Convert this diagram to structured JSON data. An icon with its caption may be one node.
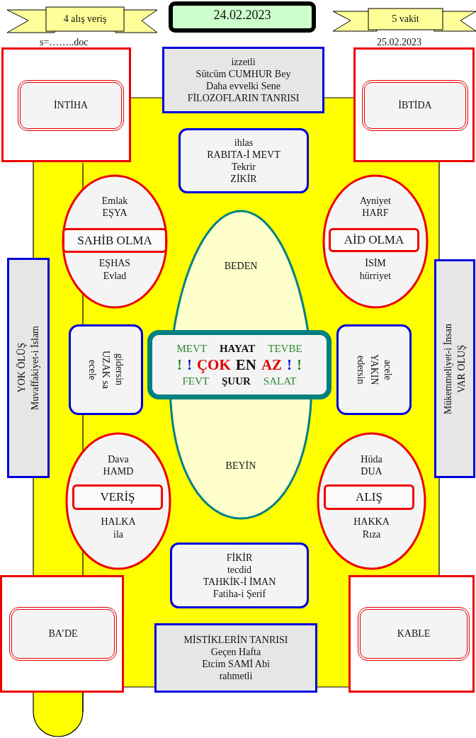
{
  "diagram": {
    "nodes": [
      {
        "text": [
          "4 alış veriş"
        ]
      },
      {
        "text": [
          "24.02.2023"
        ]
      },
      {
        "text": [
          "5 vakit"
        ]
      },
      {
        "text": [],
        "shape": "box"
      },
      {
        "text": [
          "İNTİHA"
        ],
        "in": 3
      },
      {
        "text": [
          "izzetli",
          "Sütcüm CUMHUR Bey",
          "Daha evvelki Sene",
          "FİLOZOFLARIN TANRISI"
        ]
      },
      {
        "text": [],
        "shape": "box"
      },
      {
        "text": [
          "İBTİDA"
        ],
        "in": 6
      },
      {
        "text": [
          "ihlas",
          "RABITA-İ MEVT",
          "Tekrir",
          "ZİKİR"
        ]
      },
      {
        "text": [
          "Emlak",
          "EŞYA",
          "EŞHAS",
          "Evlad"
        ]
      },
      {
        "text": [
          "SAHİB OLMA"
        ],
        "in": 9
      },
      {
        "text": [
          "Ayniyet",
          "HARF",
          "İSİM",
          "hürriyet"
        ]
      },
      {
        "text": [
          "AİD OLMA"
        ],
        "in": 11
      },
      {
        "text": [
          "BEDEN",
          "BEYİN"
        ]
      },
      {
        "text": [
          "YOK ÖLÜŞ",
          "Muvaffakiyet-i İslam"
        ]
      },
      {
        "text": [
          "ecele",
          "UZAK sa",
          "gidersin"
        ]
      },
      {
        "text": [
          "MEVT",
          "HAYAT",
          "TEVBE",
          "!",
          "!",
          "ÇOK",
          "EN",
          "AZ",
          "!",
          "!",
          "FEVT",
          "ŞUUR",
          "SALAT"
        ]
      },
      {
        "text": [
          "edersin",
          "YAKIN",
          "acele"
        ]
      },
      {
        "text": [
          "Mükemmeliyet-i İnsan",
          "VAR OLUŞ"
        ]
      },
      {
        "text": [
          "Dava",
          "HAMD",
          "HALKA",
          "ila"
        ]
      },
      {
        "text": [
          "VERİŞ"
        ],
        "in": 19
      },
      {
        "text": [
          "Hüda",
          "DUA",
          "HAKKA",
          "Rıza"
        ]
      },
      {
        "text": [
          "ALIŞ"
        ],
        "in": 21
      },
      {
        "text": [
          "FİKİR",
          "tecdid",
          "TAHKİK-İ İMAN",
          "Fatiha-i Şerif"
        ]
      },
      {
        "text": [],
        "shape": "box"
      },
      {
        "text": [
          "BA’DE"
        ],
        "in": 24
      },
      {
        "text": [
          "MİSTİKLERİN TANRISI",
          "Geçen Hafta",
          "Etcim SAMİ Abi",
          "rahmetli"
        ]
      },
      {
        "text": [],
        "shape": "box"
      },
      {
        "text": [
          "KABLE"
        ],
        "in": 27
      }
    ],
    "labels": [
      "s=……..doc",
      "25.02.2023"
    ]
  }
}
